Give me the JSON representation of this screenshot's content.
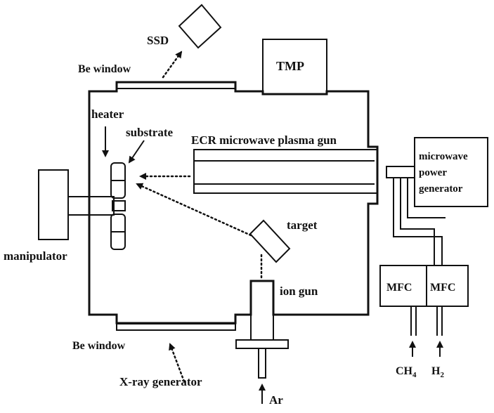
{
  "labels": {
    "ssd": "SSD",
    "be_window_top": "Be window",
    "tmp": "TMP",
    "heater": "heater",
    "substrate": "substrate",
    "ecr_gun": "ECR microwave plasma gun",
    "microwave_line1": "microwave",
    "microwave_line2": "power",
    "microwave_line3": "generator",
    "manipulator": "manipulator",
    "target": "target",
    "ion_gun": "ion gun",
    "mfc_left": "MFC",
    "mfc_right": "MFC",
    "be_window_bottom": "Be window",
    "xray": "X-ray generator",
    "ar": "Ar",
    "ch4_base": "CH",
    "ch4_sub": "4",
    "h2_base": "H",
    "h2_sub": "2"
  },
  "colors": {
    "ink": "#111111",
    "background": "#ffffff"
  }
}
